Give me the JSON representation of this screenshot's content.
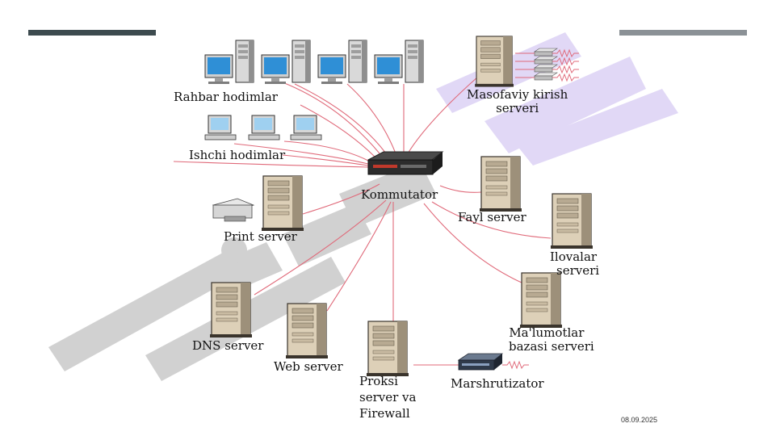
{
  "slide": {
    "date": "08.09.2025",
    "colors": {
      "accent_dark": "#3d4b4f",
      "accent_light": "#8b9196",
      "link": "#e06a7a",
      "watermark_gray": "#c8c8c8",
      "watermark_purple": "#d9cff3"
    }
  },
  "diagram": {
    "nodes": {
      "rahbar": "Rahbar hodimlar",
      "ishchi": "Ishchi hodimlar",
      "print": "Print server",
      "dns": "DNS server",
      "web": "Web server",
      "proksi": [
        "Proksi",
        "server va",
        "Firewall"
      ],
      "marsh": "Marshrutizator",
      "malumot": [
        "Ma'lumotlar",
        "bazasi serveri"
      ],
      "ilovalar": [
        "Ilovalar",
        "serveri"
      ],
      "fayl": "Fayl server",
      "kommutator": "Kommutator",
      "masofaviy": [
        "Masofaviy kirish",
        "serveri"
      ]
    }
  }
}
